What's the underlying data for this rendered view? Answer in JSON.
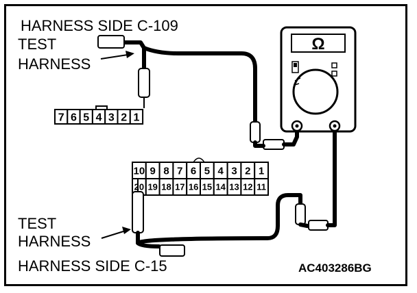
{
  "labels": {
    "harness_side_top": "HARNESS SIDE C-109",
    "test_harness_top_line1": "TEST",
    "test_harness_top_line2": "HARNESS",
    "test_harness_bottom_line1": "TEST",
    "test_harness_bottom_line2": "HARNESS",
    "harness_side_bottom": "HARNESS SIDE C-15",
    "figure_code": "AC403286BG"
  },
  "meter": {
    "display_symbol": "Ω"
  },
  "connector_c109": {
    "pins": [
      "7",
      "6",
      "5",
      "4",
      "3",
      "2",
      "1"
    ]
  },
  "connector_c15": {
    "row_top": [
      "10",
      "9",
      "8",
      "7",
      "6",
      "5",
      "4",
      "3",
      "2",
      "1"
    ],
    "row_bottom": [
      "20",
      "19",
      "18",
      "17",
      "16",
      "15",
      "14",
      "13",
      "12",
      "11"
    ]
  }
}
